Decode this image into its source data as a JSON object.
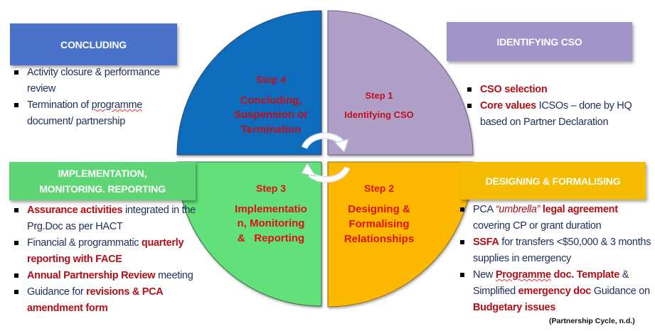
{
  "colors": {
    "step1": "#b0a0c8",
    "step2": "#fdb900",
    "step3": "#62e07a",
    "step4": "#0a6cbc",
    "accent_red": "#b01018",
    "text_navy": "#1f2d5a"
  },
  "cycle": {
    "step1": {
      "label": "Step 1",
      "title": [
        "Identifying CSO"
      ]
    },
    "step2": {
      "label": "Step 2",
      "title": [
        "Designing &",
        "Formalising",
        "Relationships"
      ]
    },
    "step3": {
      "label": "Step 3",
      "title": [
        "Implementatio",
        "n, Monitoring",
        "&   Reporting"
      ]
    },
    "step4": {
      "label": "Step 4",
      "title": [
        "Concluding,",
        "Suspension or",
        "Termination"
      ]
    },
    "arrows": [
      "clockwise-arrow-top",
      "clockwise-arrow-bottom"
    ]
  },
  "panels": {
    "concluding": {
      "header": "CONCLUDING",
      "items": [
        [
          {
            "t": "Activity closure & performance review"
          }
        ],
        [
          {
            "t": "Termination of "
          },
          {
            "t": "programme",
            "s": "u"
          },
          {
            "t": " document/ partnership"
          }
        ]
      ]
    },
    "identifying": {
      "header": "IDENTIFYING CSO",
      "items": [
        [
          {
            "t": "CSO selection",
            "s": "r"
          }
        ],
        [
          {
            "t": "Core values",
            "s": "r"
          },
          {
            "t": " ICSOs – done by HQ based on Partner Declaration"
          }
        ]
      ]
    },
    "implementation": {
      "header": [
        "IMPLEMENTATION,",
        "MONITORING. REPORTING"
      ],
      "items": [
        [
          {
            "t": "Assurance activities",
            "s": "r"
          },
          {
            "t": " integrated in the Prg.Doc as per HACT"
          }
        ],
        [
          {
            "t": "Financial & programmatic "
          },
          {
            "t": "quarterly reporting with FACE",
            "s": "r"
          }
        ],
        [
          {
            "t": "Annual Partnership Review",
            "s": "r"
          },
          {
            "t": " meeting"
          }
        ],
        [
          {
            "t": "Guidance for "
          },
          {
            "t": "revisions & PCA amendment form",
            "s": "r"
          }
        ]
      ]
    },
    "designing": {
      "header": "DESIGNING & FORMALISING",
      "items": [
        [
          {
            "t": "PCA "
          },
          {
            "t": "“umbrella”",
            "s": "i"
          },
          {
            "t": " "
          },
          {
            "t": "legal agreement",
            "s": "r"
          },
          {
            "t": " covering CP or grant duration"
          }
        ],
        [
          {
            "t": " "
          },
          {
            "t": "SSFA",
            "s": "r"
          },
          {
            "t": " for transfers <$50,000 &   3 months supplies in emergency"
          }
        ],
        [
          {
            "t": "New "
          },
          {
            "t": "Programme",
            "s": "r u"
          },
          {
            "t": " doc. Template",
            "s": "r"
          },
          {
            "t": " & Simplified "
          },
          {
            "t": "emergency doc",
            "s": "r"
          },
          {
            "t": " Guidance on "
          },
          {
            "t": "Budgetary issues",
            "s": "r"
          }
        ]
      ]
    }
  },
  "citation": "(Partnership Cycle, n.d.)"
}
